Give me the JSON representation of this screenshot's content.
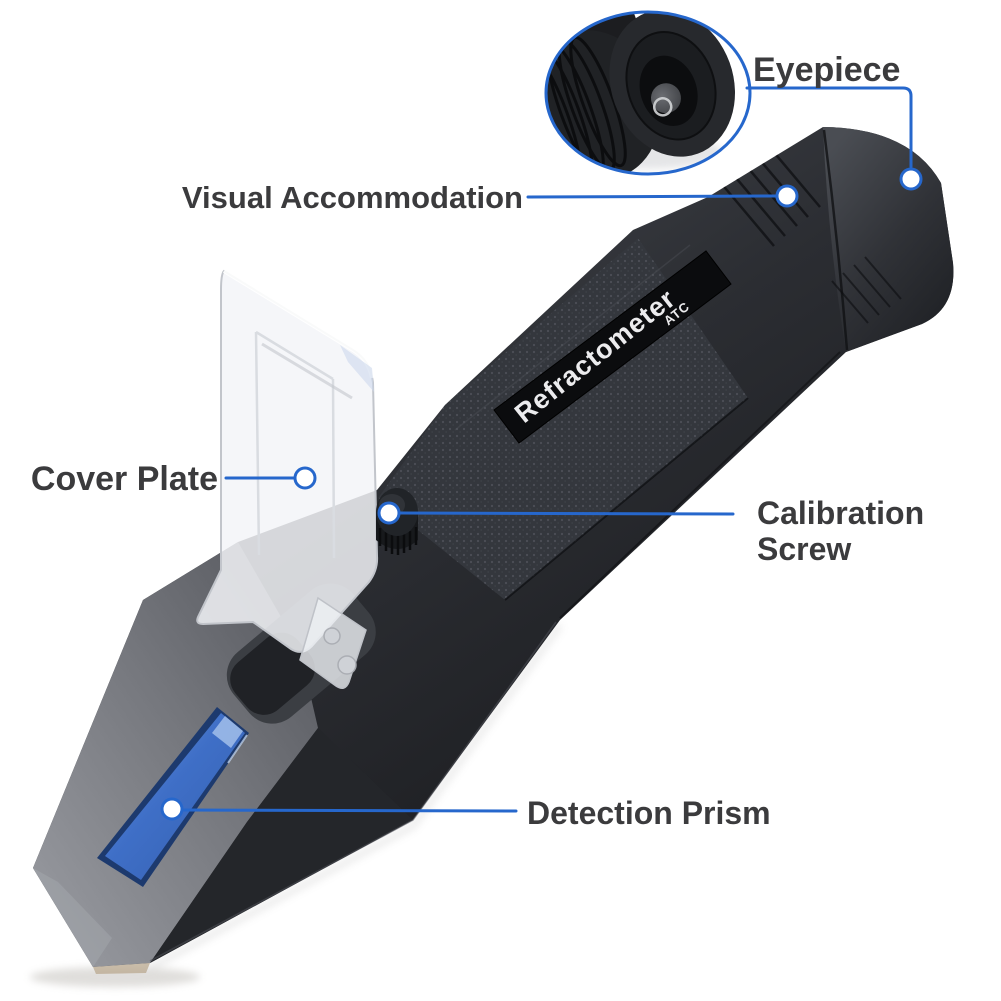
{
  "colors": {
    "accent_blue": "#2667cc",
    "label_text": "#3b3b3d",
    "prism_blue": "#3f6fc7",
    "device_dark": "#2b2d32",
    "wedge_gray": "#797b81",
    "cover_plate_tint": "#f3f5f8"
  },
  "device": {
    "brand_label": "Refractometer",
    "brand_sublabel": "ATC"
  },
  "callouts": [
    {
      "id": "eyepiece",
      "label": "Eyepiece"
    },
    {
      "id": "visual-accommodation",
      "label": "Visual Accommodation"
    },
    {
      "id": "cover-plate",
      "label": "Cover Plate"
    },
    {
      "id": "calibration-screw",
      "lines": [
        "Calibration",
        "Screw"
      ]
    },
    {
      "id": "detection-prism",
      "label": "Detection Prism"
    }
  ]
}
